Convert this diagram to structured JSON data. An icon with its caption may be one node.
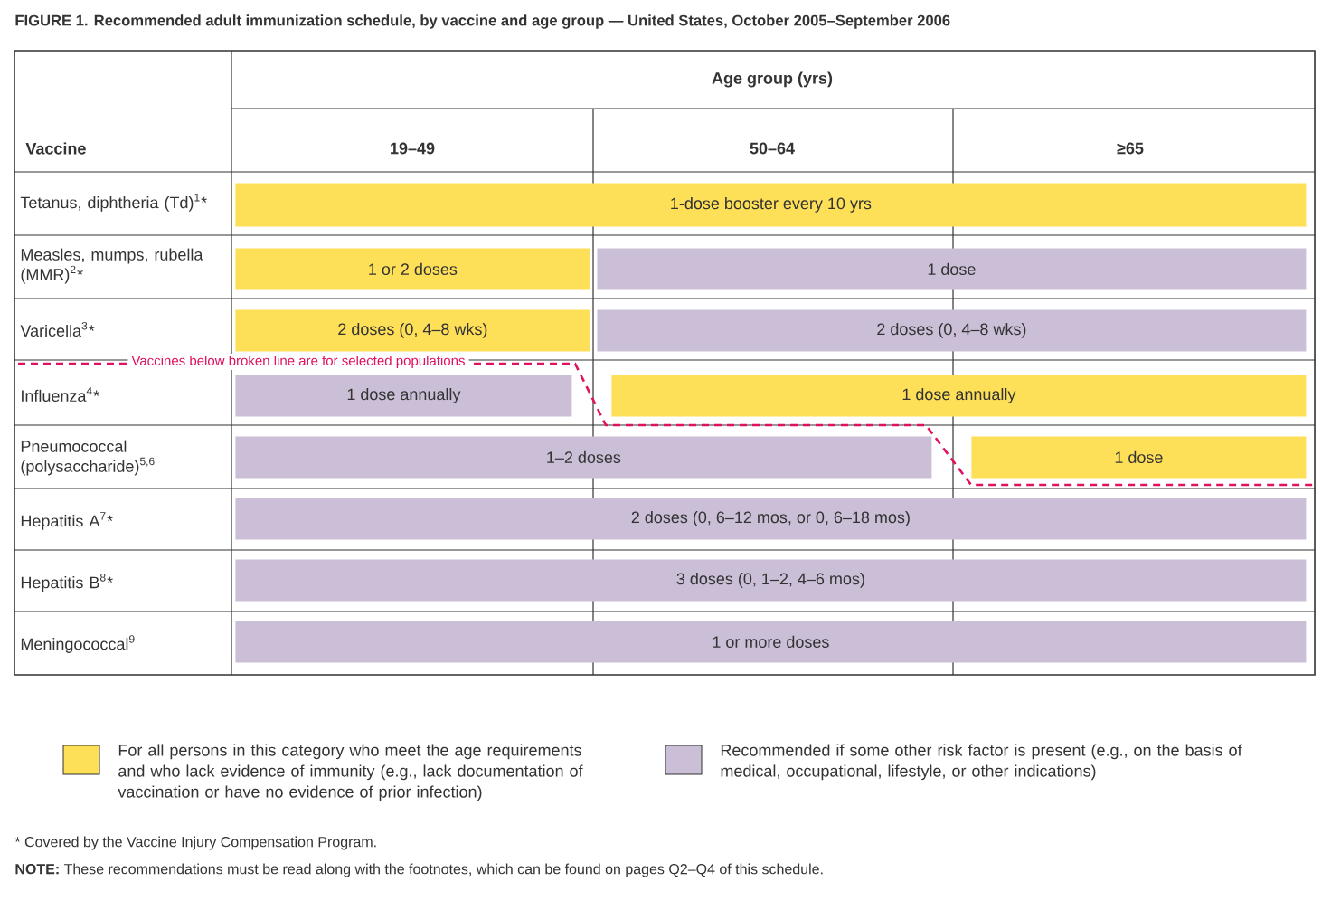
{
  "diagram": {
    "title": "FIGURE 1. Recommended adult immunization schedule, by vaccine and age group — United States, October 2005–September 2006",
    "nodes": [
      {
        "text": [
          "1-dose booster every 10 yrs"
        ]
      },
      {
        "text": [
          "1 or 2 doses"
        ]
      },
      {
        "text": [
          "1 dose"
        ]
      },
      {
        "text": [
          "2 doses (0, 4–8 wks)"
        ]
      },
      {
        "text": [
          "2 doses (0, 4–8 wks)"
        ]
      },
      {
        "text": [
          "1 dose annually"
        ]
      },
      {
        "text": [
          "1 dose annually"
        ]
      },
      {
        "text": [
          "1–2 doses"
        ]
      },
      {
        "text": [
          "1 dose"
        ]
      },
      {
        "text": [
          "2 doses (0, 6–12 mos, or 0, 6–18 mos)"
        ]
      },
      {
        "text": [
          "3 doses (0, 1–2, 4–6 mos)"
        ]
      },
      {
        "text": [
          "1 or more doses"
        ]
      }
    ],
    "labels": [
      "Age group (yrs)",
      "Vaccine",
      "19–49",
      "50–64",
      "≥65",
      "Tetanus, diphtheria (Td)$^{1}$*",
      "Measles, mumps, rubella (MMR)$^{2}$*",
      "Varicella$^{3}$*",
      "Vaccines below broken line are for selected populations",
      "Influenza$^{4}$*",
      "Pneumococcal (polysaccharide)$^{5,6}$",
      "Hepatitis A$^{7}$*",
      "Hepatitis B$^{8}$*",
      "Meningococcal$^{9}$",
      "* Covered by the Vaccine Injury Compensation Program.",
      "**NOTE:** These recommendations must be read along with the footnotes, which can be found on pages Q2–Q4 of this schedule."
    ],
    "legend": [
      {
        "text": "For all persons in this category who meet the age requirements and who lack evidence of immunity (e.g., lack documentation of vaccination or have no evidence of prior infection)",
        "color": "#fedf58"
      },
      {
        "text": "Recommended if some other risk factor is present (e.g., on the basis of medical, occupational, lifestyle, or other indications)",
        "color": "#cbbfd8"
      }
    ]
  }
}
